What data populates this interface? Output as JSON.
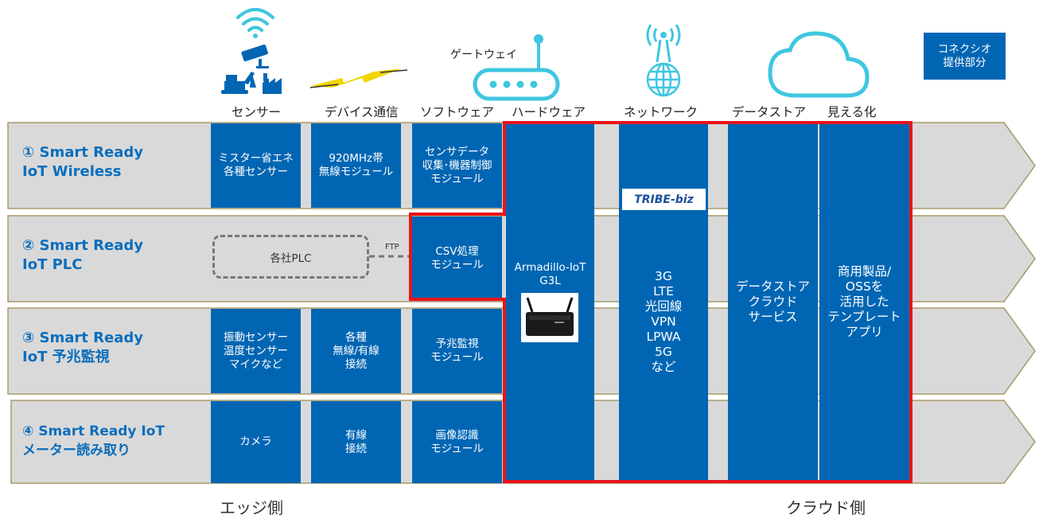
{
  "header": {
    "sensor": "センサー",
    "comm": "デバイス通信",
    "software": "ソフトウェア",
    "hardware": "ハードウェア",
    "network": "ネットワーク",
    "datastore": "データストア",
    "visual": "見える化",
    "gateway": "ゲートウェイ"
  },
  "legend": "コネクシオ\n提供部分",
  "rows": [
    {
      "label": "① Smart Ready\n IoT Wireless",
      "sensor": "ミスター省エネ\n各種センサー",
      "comm": "920MHz帯\n無線モジュール",
      "software": "センサデータ\n収集･機器制御\nモジュール"
    },
    {
      "label": "② Smart Ready\n IoT PLC",
      "plc": "各社PLC",
      "ftp": "FTP",
      "software": "CSV処理\nモジュール"
    },
    {
      "label": "③ Smart Ready\n IoT 予兆監視",
      "sensor": "振動センサー\n温度センサー\nマイクなど",
      "comm": "各種\n無線/有線\n接続",
      "software": "予兆監視\nモジュール"
    },
    {
      "label": "④ Smart Ready IoT\nメーター読み取り",
      "sensor": "カメラ",
      "comm": "有線\n接続",
      "software": "画像認識\nモジュール"
    }
  ],
  "columns": {
    "hardware": "Armadillo-IoT\nG3L",
    "network_logo": "TRIBE-biz",
    "network": "3G\nLTE\n光回線\nVPN\nLPWA\n5G\nなど",
    "datastore": "データストア\nクラウド\nサービス",
    "visual": "商用製品/\nOSSを\n活用した\nテンプレート\nアプリ"
  },
  "footer": {
    "edge": "エッジ側",
    "cloud": "クラウド側"
  },
  "colors": {
    "box": "#0066b3",
    "label": "#0a6ebd",
    "highlight": "#e8141b",
    "lightning": "#f2d500",
    "icon": "#3fc6e0",
    "arrow_fill": "#d9d9d9",
    "arrow_stroke": "#a89a6a"
  }
}
